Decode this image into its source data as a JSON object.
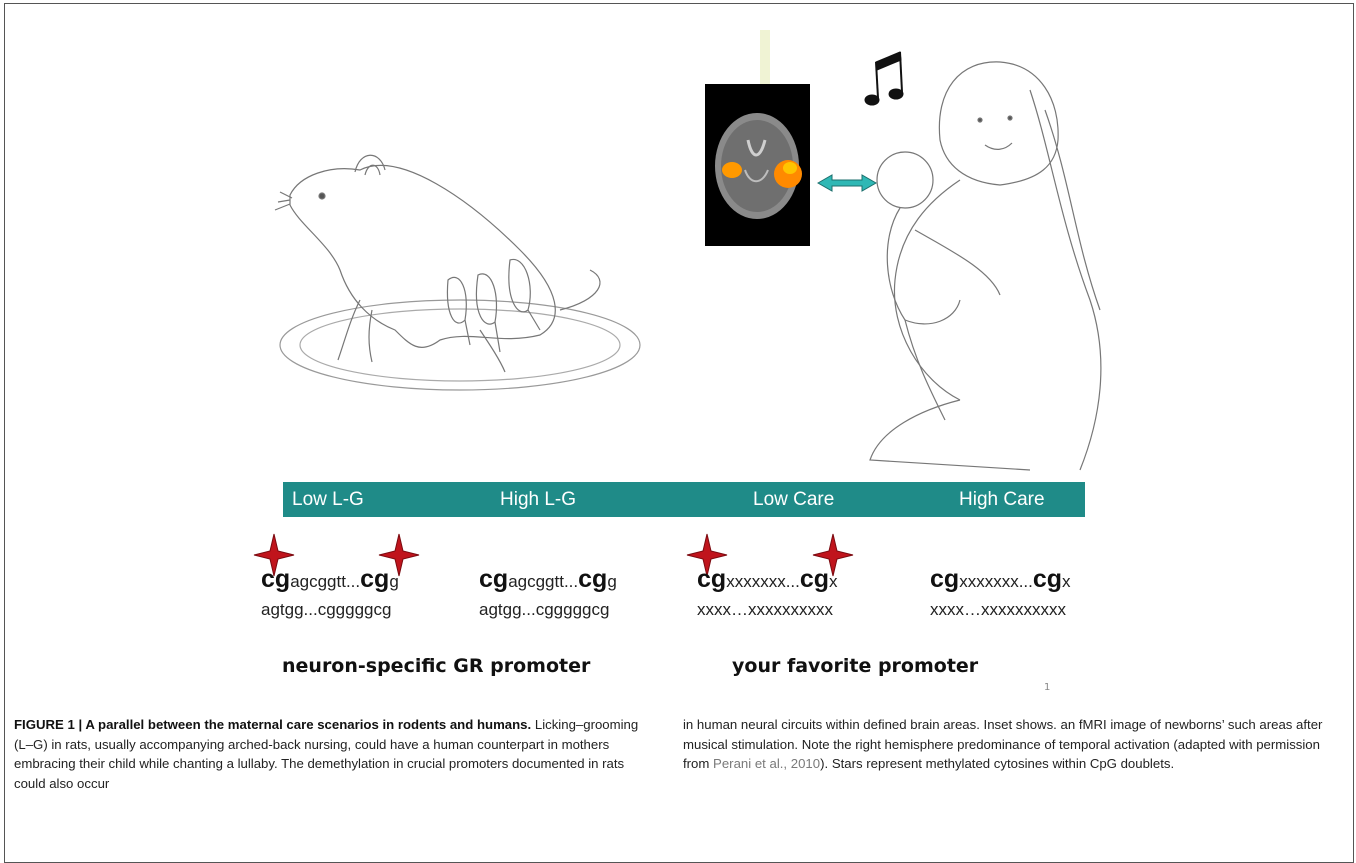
{
  "band_labels": [
    "Low L-G",
    "High L-G",
    "Low Care",
    "High Care"
  ],
  "sequences": {
    "low_lg": {
      "big1": "cg",
      "mid": "agcggtt...",
      "big2": "cg",
      "tail": "g",
      "line2": "agtgg...cgggggcg"
    },
    "high_lg": {
      "big1": "cg",
      "mid": "agcggtt...",
      "big2": "cg",
      "tail": "g",
      "line2": "agtgg...cgggggcg"
    },
    "low_care": {
      "big1": "cg",
      "mid": "xxxxxxx...",
      "big2": "cg",
      "tail": "x",
      "line2": "xxxx…xxxxxxxxxx"
    },
    "high_care": {
      "big1": "cg",
      "mid": "xxxxxxx...",
      "big2": "cg",
      "tail": "x",
      "line2": "xxxx…xxxxxxxxxx"
    }
  },
  "promoter_labels": {
    "left": "neuron-specific GR promoter",
    "right": "your favorite promoter"
  },
  "slide_number": "1",
  "caption": {
    "label": "FIGURE 1 | A parallel between the maternal care scenarios in rodents and humans.",
    "left_text": "Licking–grooming (L–G) in rats, usually accompanying arched-back nursing, could have a human counterpart in mothers embracing their child while chanting a lullaby. The demethylation in crucial promoters documented in rats could also occur",
    "right_text_1": "in human neural circuits within defined brain areas. Inset shows. an fMRI image of newborns’ such areas after musical stimulation. Note the right hemisphere predominance of temporal activation (adapted with permission from",
    "citation": "Perani et al., 2010",
    "right_text_2": "). Stars represent methylated cytosines within CpG doublets."
  },
  "colors": {
    "band": "#1f8b88",
    "star": "#c0141c",
    "arrow": "#2fb8b5",
    "citation": "#7a7a7a"
  }
}
